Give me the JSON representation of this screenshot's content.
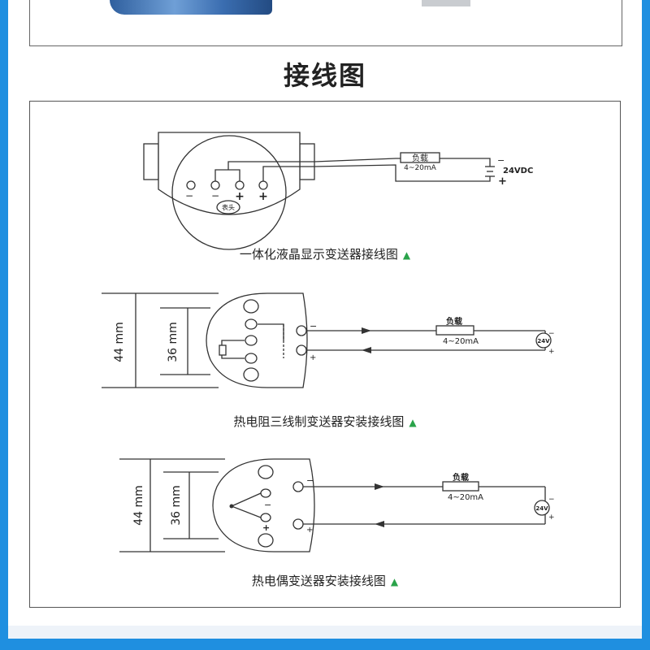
{
  "heading": "接线图",
  "captions": {
    "lcd": "一体化液晶显示变送器接线图",
    "rtd": "热电阻三线制变送器安装接线图",
    "tc": "热电偶变送器安装接线图"
  },
  "lcd_labels": {
    "load": "负载",
    "current": "4~20mA",
    "supply": "24VDC",
    "minus": "−",
    "plus": "+",
    "meter": "表头",
    "t1": "−",
    "t2": "−",
    "t3": "+",
    "t4": "+"
  },
  "rtd_labels": {
    "dim_outer": "44 mm",
    "dim_inner": "36 mm",
    "load": "负载",
    "current": "4~20mA",
    "supply": "24V",
    "minus": "−",
    "plus": "+"
  },
  "tc_labels": {
    "dim_outer": "44 mm",
    "dim_inner": "36 mm",
    "load": "负载",
    "current": "4~20mA",
    "supply": "24V",
    "minus": "−",
    "plus": "+"
  },
  "colors": {
    "accent": "#1f8fe0",
    "triangle": "#2aa34a"
  }
}
